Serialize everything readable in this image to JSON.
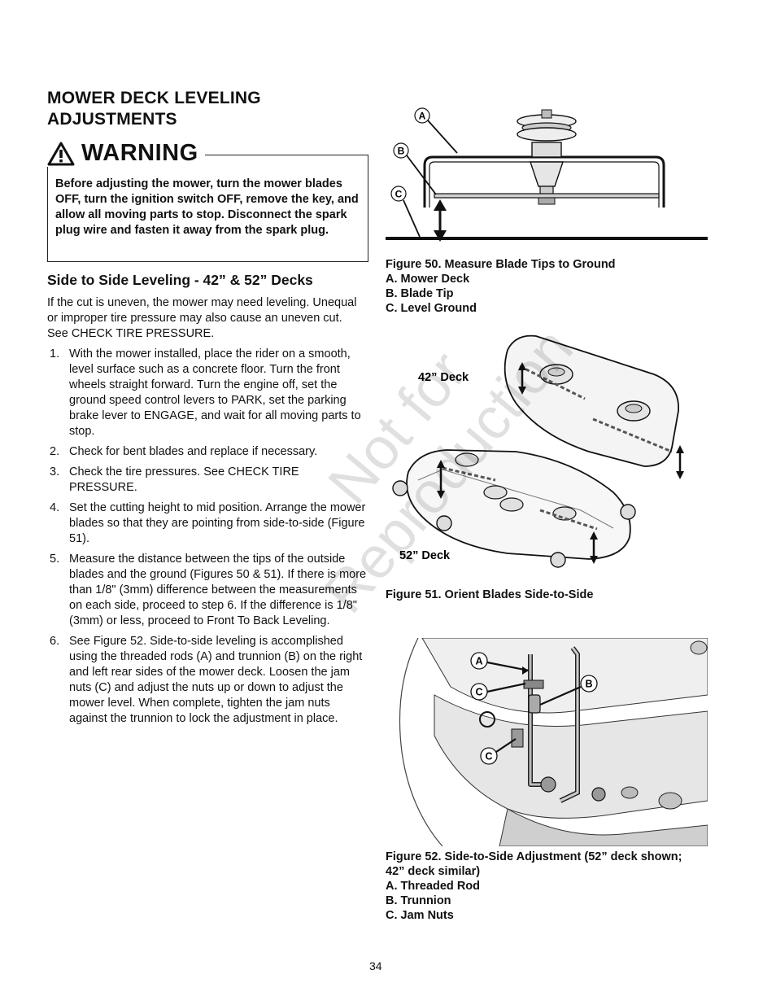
{
  "section_title_line1": "MOWER DECK LEVELING",
  "section_title_line2": "ADJUSTMENTS",
  "warning": {
    "icon": "warning-triangle-icon",
    "heading": "WARNING",
    "body": "Before adjusting the mower, turn the mower blades OFF, turn the ignition switch OFF, remove the key, and allow all moving parts to stop. Disconnect the spark plug wire and fasten it away from the spark plug."
  },
  "subsection_title": "Side to Side Leveling - 42” & 52” Decks",
  "intro": "If the cut is uneven, the mower may need leveling. Unequal or improper tire pressure may also cause an uneven cut. See CHECK TIRE PRESSURE.",
  "steps": [
    {
      "num": "1.",
      "text": "With the mower installed, place the rider on a smooth, level surface such as a concrete floor. Turn the front wheels straight forward.  Turn the engine off, set the ground speed control levers to PARK, set the parking brake lever to ENGAGE, and wait for all moving parts to stop."
    },
    {
      "num": "2.",
      "text": "Check for bent blades and replace if necessary."
    },
    {
      "num": "3.",
      "text": "Check the tire pressures.  See CHECK TIRE PRESSURE."
    },
    {
      "num": "4.",
      "text": "Set the cutting height to mid position.  Arrange the mower blades so that they are pointing from side-to-side (Figure 51)."
    },
    {
      "num": "5.",
      "text": "Measure the distance between the tips of the outside blades and the ground (Figures 50 & 51). If there is more than 1/8\" (3mm) difference between the measurements on each side, proceed to step 6. If the difference is 1/8\" (3mm) or less, proceed to Front To Back Leveling."
    },
    {
      "num": "6.",
      "text": "See Figure 52.  Side-to-side leveling is accomplished using the threaded rods (A) and trunnion (B) on the right and left rear sides of the mower deck.  Loosen the jam nuts (C) and adjust the nuts up or down to adjust the mower level.  When complete, tighten the jam nuts against the trunnion to lock the adjustment in place."
    }
  ],
  "figure50": {
    "callouts": [
      "A",
      "B",
      "C"
    ],
    "caption": "Figure 50.  Measure Blade Tips to Ground",
    "legend": [
      "A.  Mower Deck",
      "B.  Blade Tip",
      "C.  Level Ground"
    ]
  },
  "figure51": {
    "label_42": "42” Deck",
    "label_52": "52” Deck",
    "caption": "Figure 51.  Orient Blades Side-to-Side"
  },
  "figure52": {
    "callouts": [
      "A",
      "B",
      "C",
      "C"
    ],
    "caption_line1": "Figure 52.  Side-to-Side Adjustment (52” deck shown;",
    "caption_line2": "42” deck similar)",
    "legend": [
      "A.  Threaded Rod",
      "B.  Trunnion",
      "C.  Jam Nuts"
    ]
  },
  "watermark_line1": "Not for",
  "watermark_line2": "Reproduction",
  "page_number": "34"
}
